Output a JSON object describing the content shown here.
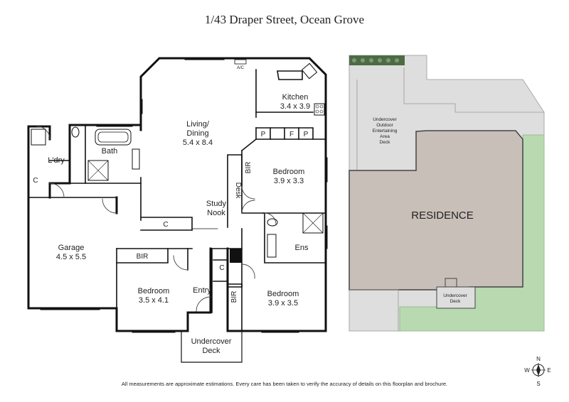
{
  "title": "1/43 Draper Street, Ocean Grove",
  "rooms": {
    "living": {
      "name_line1": "Living/",
      "name_line2": "Dining",
      "size": "5.4 x 8.4"
    },
    "kitchen": {
      "name": "Kitchen",
      "size": "3.4 x 3.9"
    },
    "bedroom_ne": {
      "name": "Bedroom",
      "size": "3.9 x 3.3"
    },
    "bedroom_sw": {
      "name": "Bedroom",
      "size": "3.5 x 4.1"
    },
    "bedroom_se": {
      "name": "Bedroom",
      "size": "3.9 x 3.5"
    },
    "garage": {
      "name": "Garage",
      "size": "4.5 x 5.5"
    },
    "bath": {
      "name": "Bath"
    },
    "laundry": {
      "name": "L'dry"
    },
    "study": {
      "name_line1": "Study",
      "name_line2": "Nook"
    },
    "ensuite": {
      "name": "Ens"
    },
    "entry": {
      "name": "Entry"
    },
    "undercover_deck": {
      "name_line1": "Undercover",
      "name_line2": "Deck"
    }
  },
  "fixtures": {
    "ac": "A/C",
    "pantry_p": "P",
    "fridge": "F",
    "cupboard": "C",
    "bir": "BIR",
    "desk": "Desk"
  },
  "site_plan": {
    "residence": "RESIDENCE",
    "outdoor_area": [
      "Undercover",
      "Outdoor",
      "Entertaining",
      "Area",
      "Deck"
    ],
    "front_deck": [
      "Undercover",
      "Deck"
    ]
  },
  "compass": {
    "n": "N",
    "s": "S",
    "e": "E",
    "w": "W"
  },
  "disclaimer": "All measurements are approximate estimations. Every care has been taken to verify the accuracy of details on this floorplan and brochure.",
  "colors": {
    "wall": "#111111",
    "residence": "#c9bfb9",
    "paving": "#dedede",
    "lawn": "#b9d9b1",
    "hedge": "#4e6b45"
  }
}
